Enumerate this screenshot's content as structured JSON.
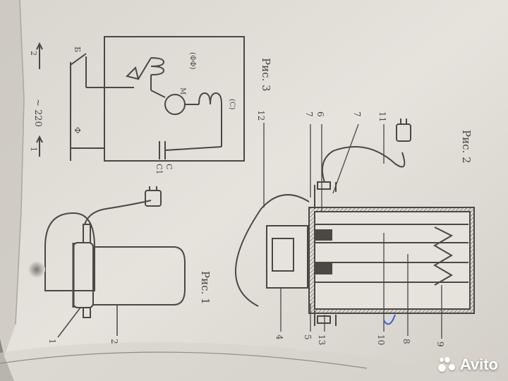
{
  "labels": {
    "l_fig1": "Рис. 1",
    "l_fig2": "Рис. 2",
    "l_fig3": "Рис. 3",
    "l_voltage": "~ 220",
    "l_arrow1": "1",
    "l_arrow2": "2",
    "l_b": "Б",
    "l_phi": "Ф",
    "l_c": "С",
    "l_c1": "С1",
    "l_m": "М",
    "l_pf": "(ФФ)",
    "l_coil": "(С)",
    "c1": "1",
    "c2": "2",
    "n4": "4",
    "n5": "5",
    "n6": "6",
    "n7a": "7",
    "n7b": "7",
    "n8": "8",
    "n9": "9",
    "n10": "10",
    "n11": "11",
    "n12": "12",
    "n13": "13"
  },
  "watermark": {
    "brand": "Avito",
    "icon": "avito-dots-icon"
  },
  "colors": {
    "paper": "#e2ded7",
    "ink": "#4a4744",
    "shadow": "#8a8680"
  }
}
